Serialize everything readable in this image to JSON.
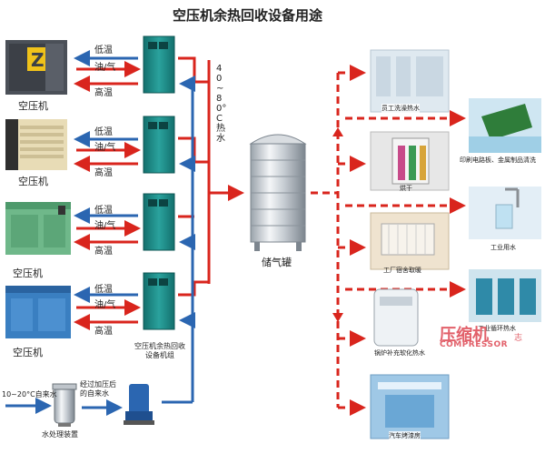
{
  "title": "空压机余热回收设备用途",
  "compressor_label": "空压机",
  "low_temp": "低温",
  "oil_gas": "油/气",
  "high_temp": "高温",
  "hot_water_label": "40~80°C热水",
  "tank_label": "储气罐",
  "recovery_unit_label": "空压机余热回收设备机组",
  "tap_water_label": "10~20°C自来水",
  "pressurized_water_label": "经过加压后的自来水",
  "water_treatment_label": "水处理装置",
  "uses": [
    "员工洗澡热水",
    "印刷电路板、金属制品清洗",
    "烘干",
    "工业用水",
    "工厂宿舍取暖",
    "工业循环热水",
    "锅炉补充软化热水",
    "汽车烤漆房"
  ],
  "watermark": {
    "line1": "压缩机",
    "line2": "COMPRESSOR",
    "suffix": "志"
  },
  "colors": {
    "hot": "#d9251d",
    "cold": "#2b66b1",
    "panel": "#1f8f8b"
  }
}
